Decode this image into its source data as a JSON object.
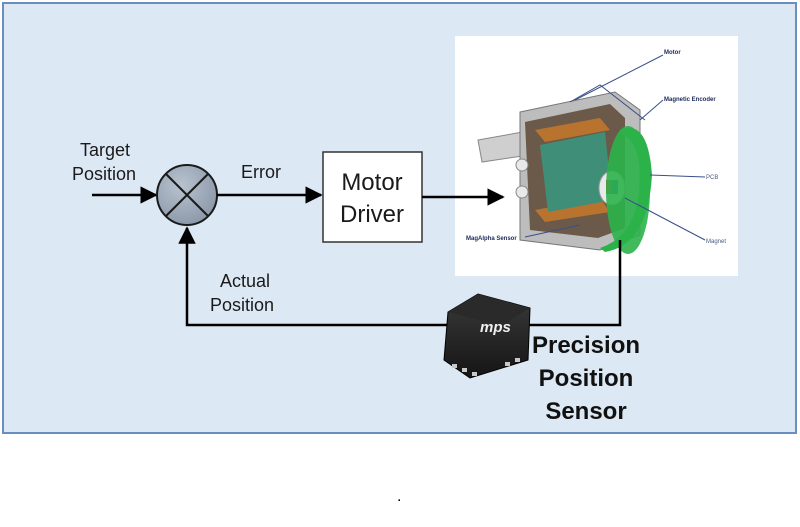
{
  "colors": {
    "panel_bg": "#dde8f5",
    "panel_border": "#6a8fbd",
    "summing_junction": "#9aa7b8",
    "pcb_green": "#2bb34a"
  },
  "diagram": {
    "labels": {
      "target_line1": "Target",
      "target_line2": "Position",
      "error": "Error",
      "motor_driver_line1": "Motor",
      "motor_driver_line2": "Driver",
      "actual_line1": "Actual",
      "actual_line2": "Position",
      "sensor_line1": "Precision",
      "sensor_line2": "Position",
      "sensor_line3": "Sensor"
    },
    "motor_callouts": {
      "motor": "Motor",
      "magnetic_encoder": "Magnetic Encoder",
      "pcb": "PCB",
      "magnet": "Magnet",
      "magalpha_sensor": "MagAlpha Sensor"
    },
    "chip_logo": "mps",
    "summing_junction_icon": "summing-junction-icon",
    "motor_image_icon": "motor-cutaway-icon",
    "sensor_chip_icon": "sensor-chip-icon"
  },
  "footer": {
    "dot": "."
  }
}
